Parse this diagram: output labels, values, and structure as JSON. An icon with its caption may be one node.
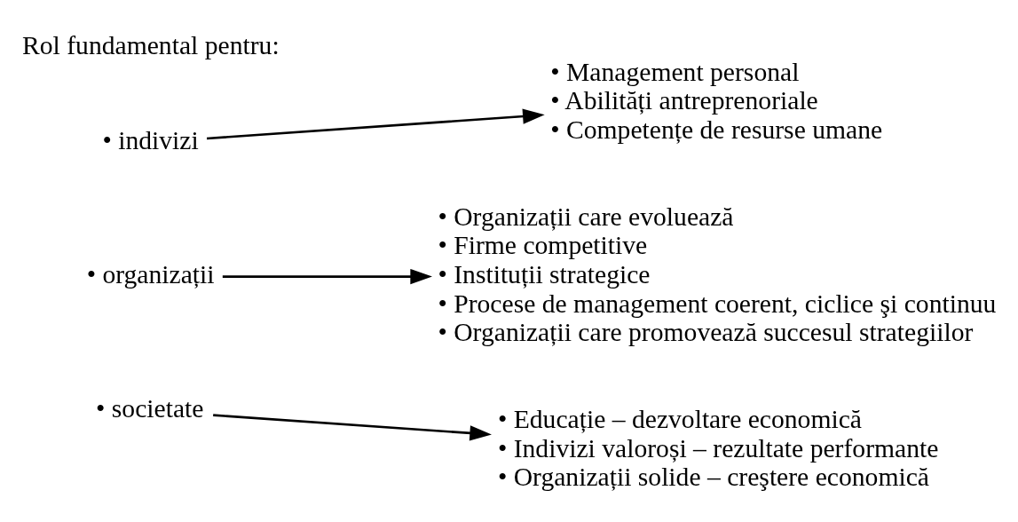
{
  "diagram": {
    "nodes": [
      {
        "text": [
          "• indivizi"
        ]
      },
      {
        "text": [
          "• organizații"
        ]
      },
      {
        "text": [
          "• societate"
        ]
      },
      {
        "text": [
          "• Management personal",
          "• Abilități antreprenoriale",
          "• Competențe de resurse umane"
        ]
      },
      {
        "text": [
          "• Organizații care evoluează",
          "• Firme competitive",
          "• Instituții strategice",
          "• Procese de management coerent, ciclice şi continuu",
          "• Organizații care promovează succesul strategiilor"
        ]
      },
      {
        "text": [
          "• Educație – dezvoltare economică",
          "• Indivizi valoroși – rezultate performante",
          "• Organizații solide – creştere economică"
        ]
      }
    ],
    "edges": [
      {
        "from": 0,
        "to": 3,
        "arrow": "to"
      },
      {
        "from": 1,
        "to": 4,
        "arrow": "to"
      },
      {
        "from": 2,
        "to": 5,
        "arrow": "to"
      }
    ],
    "labels": [
      "Rol fundamental pentru:"
    ]
  }
}
